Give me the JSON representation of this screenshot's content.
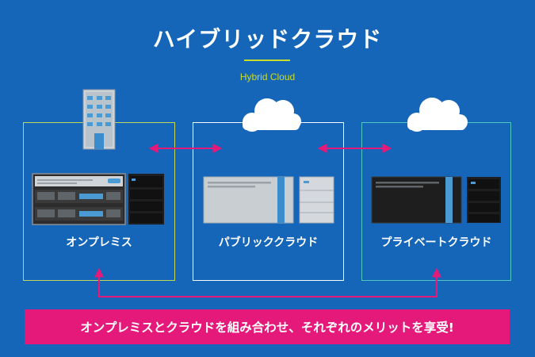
{
  "title": "ハイブリッドクラウド",
  "subtitle": "Hybrid Cloud",
  "environments": [
    {
      "label": "オンプレミス",
      "color": "#c3d85a",
      "icon": "building-icon"
    },
    {
      "label": "パブリッククラウド",
      "color": "#ffffff",
      "icon": "cloud-icon"
    },
    {
      "label": "プライベートクラウド",
      "color": "#4cc8c0",
      "icon": "cloud-icon"
    }
  ],
  "banner": "オンプレミスとクラウドを組み合わせ、それぞれのメリットを享受!",
  "colors": {
    "background": "#1565b8",
    "accent": "#e5197a",
    "title_rule": "#c9dc2a"
  }
}
